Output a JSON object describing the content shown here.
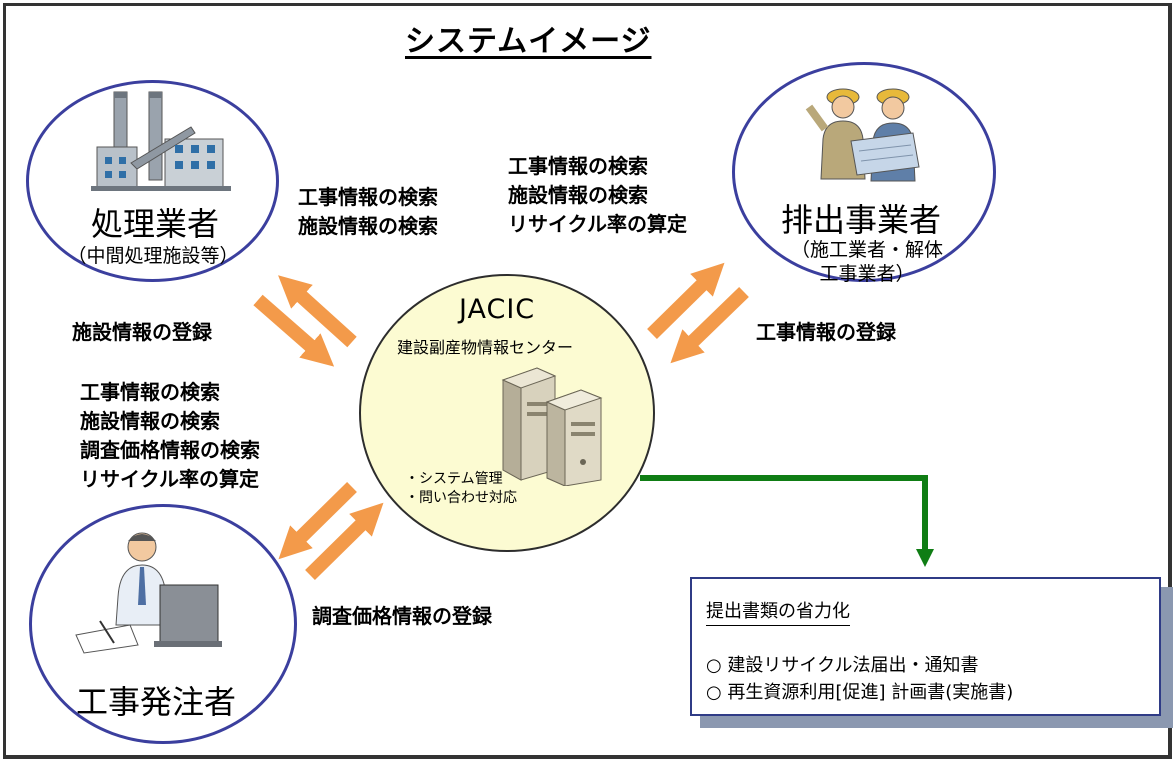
{
  "title": "システムイメージ",
  "processor": {
    "name": "処理業者",
    "sub": "（中間処理施設等）",
    "register": "施設情報の登録",
    "search": [
      "工事情報の検索",
      "施設情報の検索"
    ]
  },
  "discharger": {
    "name": "排出事業者",
    "sub": [
      "（施工業者・解体",
      "工事業者）"
    ],
    "register": "工事情報の登録",
    "search": [
      "工事情報の検索",
      "施設情報の検索",
      "リサイクル率の算定"
    ]
  },
  "orderer": {
    "name": "工事発注者",
    "register": "調査価格情報の登録",
    "search": [
      "工事情報の検索",
      "施設情報の検索",
      "調査価格情報の検索",
      "リサイクル率の算定"
    ]
  },
  "center": {
    "name": "JACIC",
    "sub": "建設副産物情報センター",
    "notes": [
      "・システム管理",
      "・問い合わせ対応"
    ]
  },
  "benefit": {
    "title": "提出書類の省力化",
    "items": [
      "○ 建設リサイクル法届出・通知書",
      "○ 再生資源利用[促進] 計画書(実施書)"
    ]
  },
  "colors": {
    "circle_border": "#3b3f9e",
    "center_fill": "#fcfbd2",
    "arrow_orange": "#f39a4a",
    "arrow_green": "#0f7d14",
    "box_border": "#2f3b86",
    "box_shadow": "#8b98b0"
  }
}
